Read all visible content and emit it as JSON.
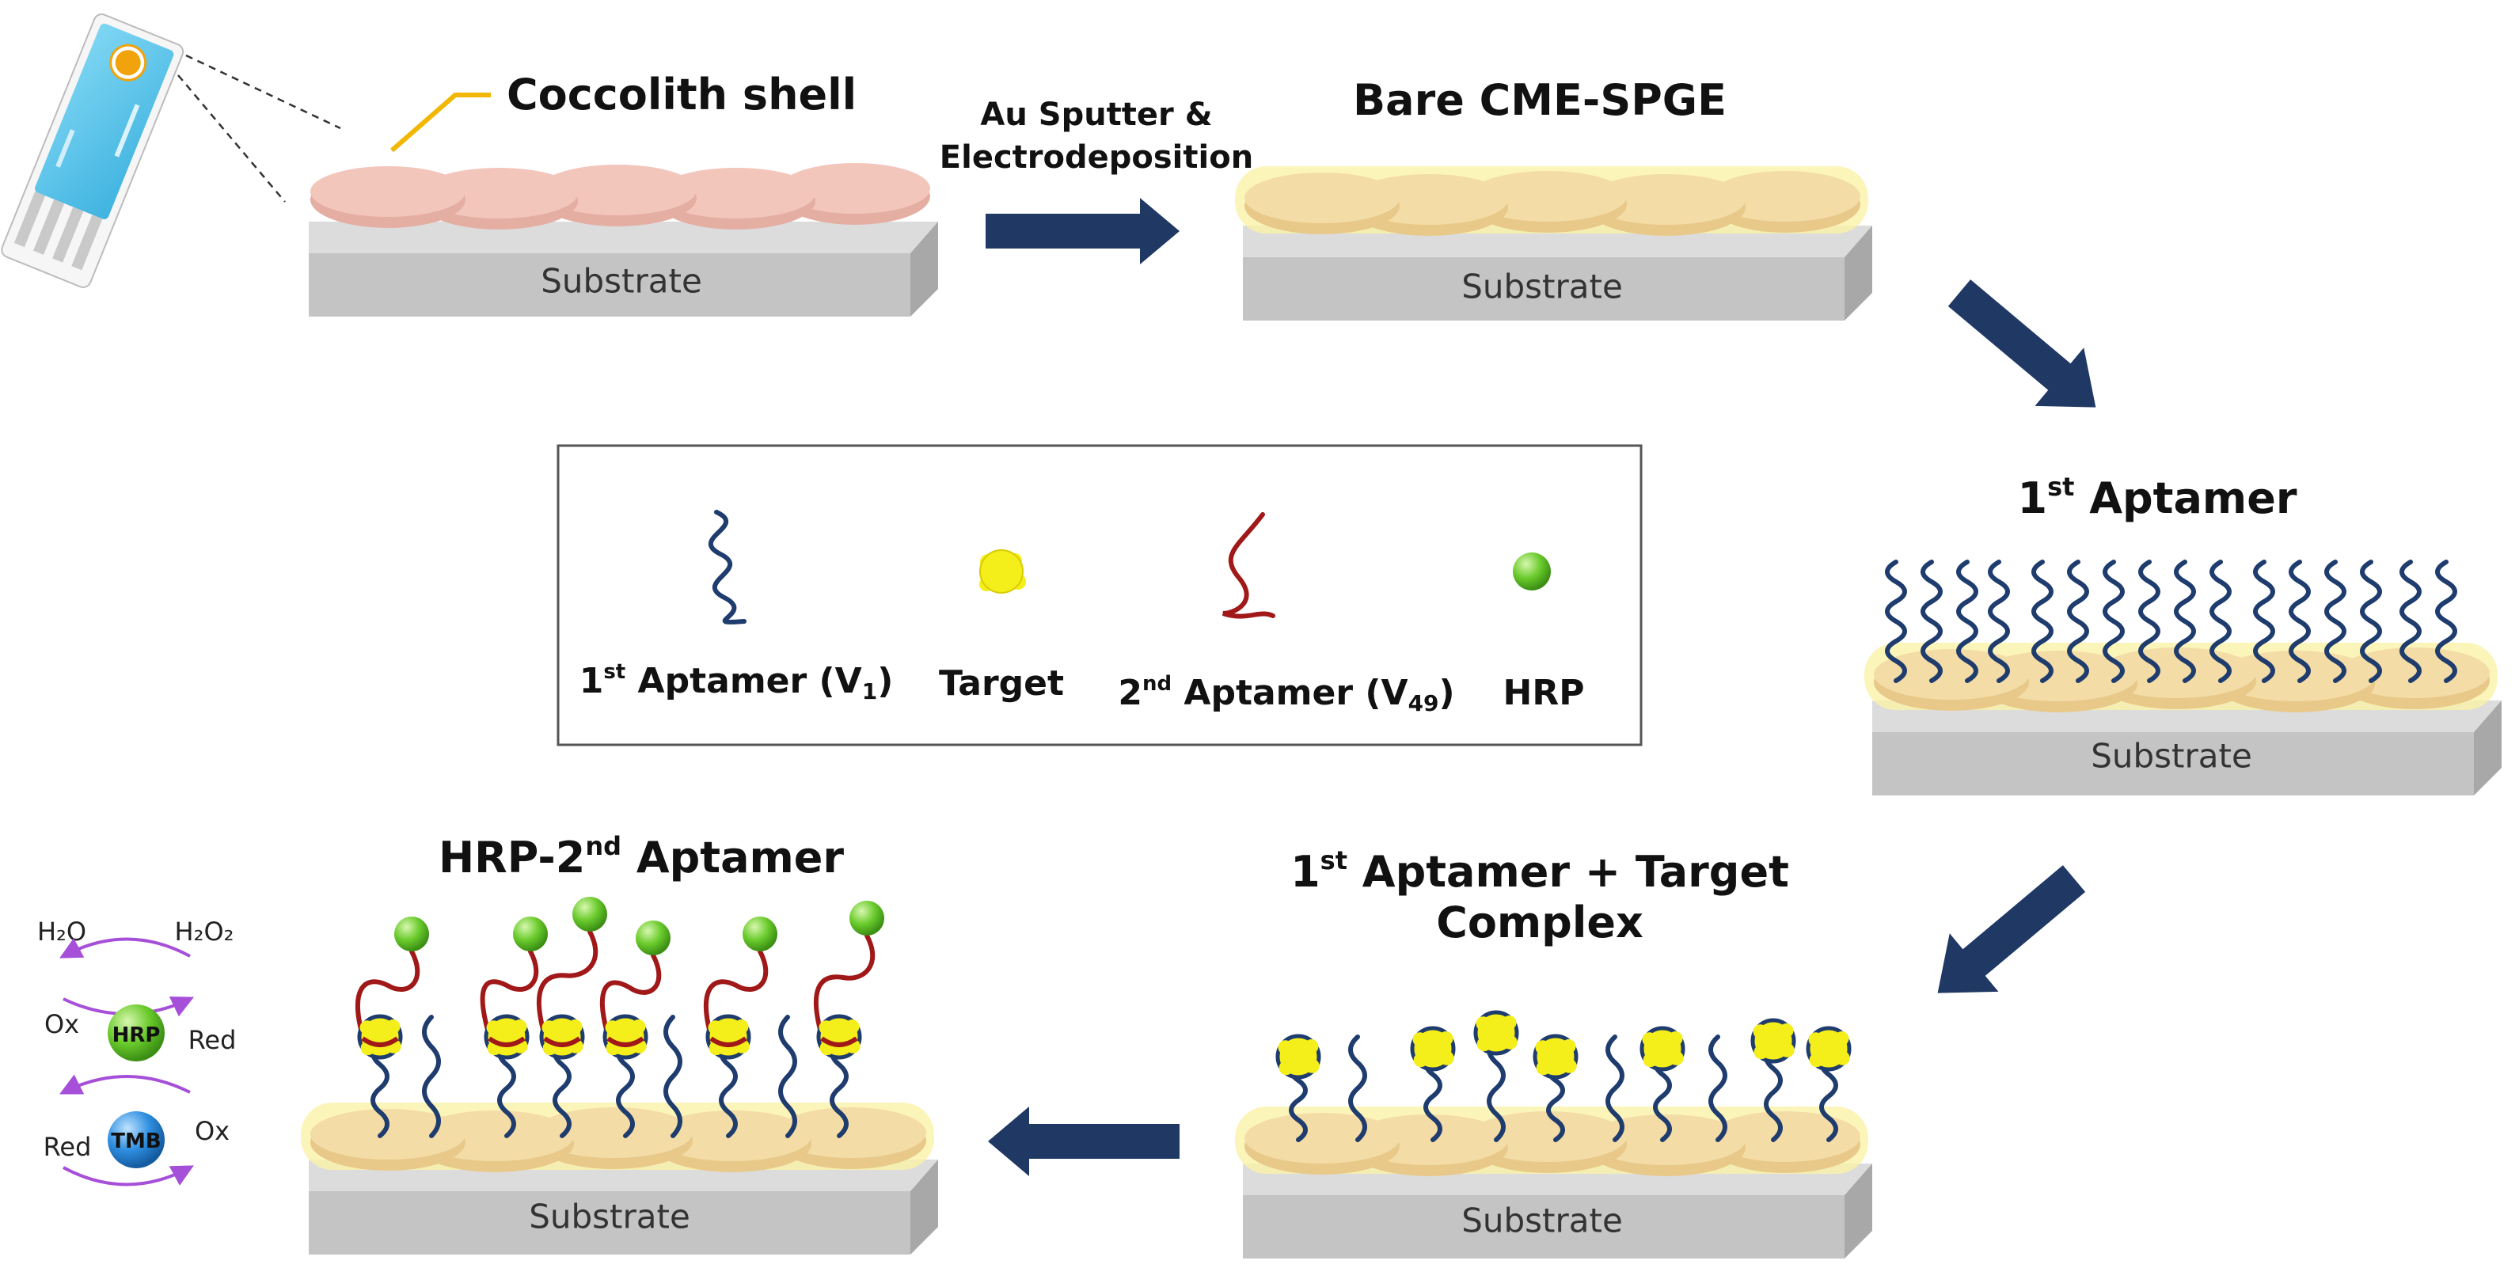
{
  "labels": {
    "coccolith": "Coccolith shell",
    "step_line1": "Au Sputter &",
    "step_line2": "Electrodeposition",
    "bare": "Bare CME-SPGE",
    "aptamer1_prefix": "1",
    "aptamer1_sup": "st",
    "aptamer1_rest": " Aptamer",
    "complex_prefix": "1",
    "complex_sup": "st",
    "complex_rest": " Aptamer + Target",
    "complex_line2": "Complex",
    "hrp_prefix": "HRP-2",
    "hrp_sup": "nd",
    "hrp_rest": " Aptamer",
    "substrate": "Substrate"
  },
  "legend": {
    "apt1_prefix": "1",
    "apt1_sup": "st",
    "apt1_mid": " Aptamer (V",
    "apt1_sub": "1",
    "apt1_end": ")",
    "target": "Target",
    "apt2_prefix": "2",
    "apt2_sup": "nd",
    "apt2_mid": " Aptamer (V",
    "apt2_sub": "49",
    "apt2_end": ")",
    "hrp": "HRP"
  },
  "reaction": {
    "h2o": "H₂O",
    "h2o2": "H₂O₂",
    "ox1": "Ox",
    "red1": "Red",
    "hrp": "HRP",
    "red2": "Red",
    "ox2": "Ox",
    "tmb": "TMB"
  },
  "colors": {
    "shell_pink": "#f3c6bc",
    "gold_disc": "#f4dca6",
    "gold_glow": "#fbf3a8",
    "substrate_top": "#d9d9d9",
    "substrate_front": "#c4c4c4",
    "arrow_navy": "#1f3864",
    "aptamer1": "#1f3c6e",
    "aptamer2": "#a01818",
    "target": "#f4ee1a",
    "hrp": "#66cc33",
    "tmb": "#2f8fe0",
    "reaction_arc": "#a64fd8"
  }
}
